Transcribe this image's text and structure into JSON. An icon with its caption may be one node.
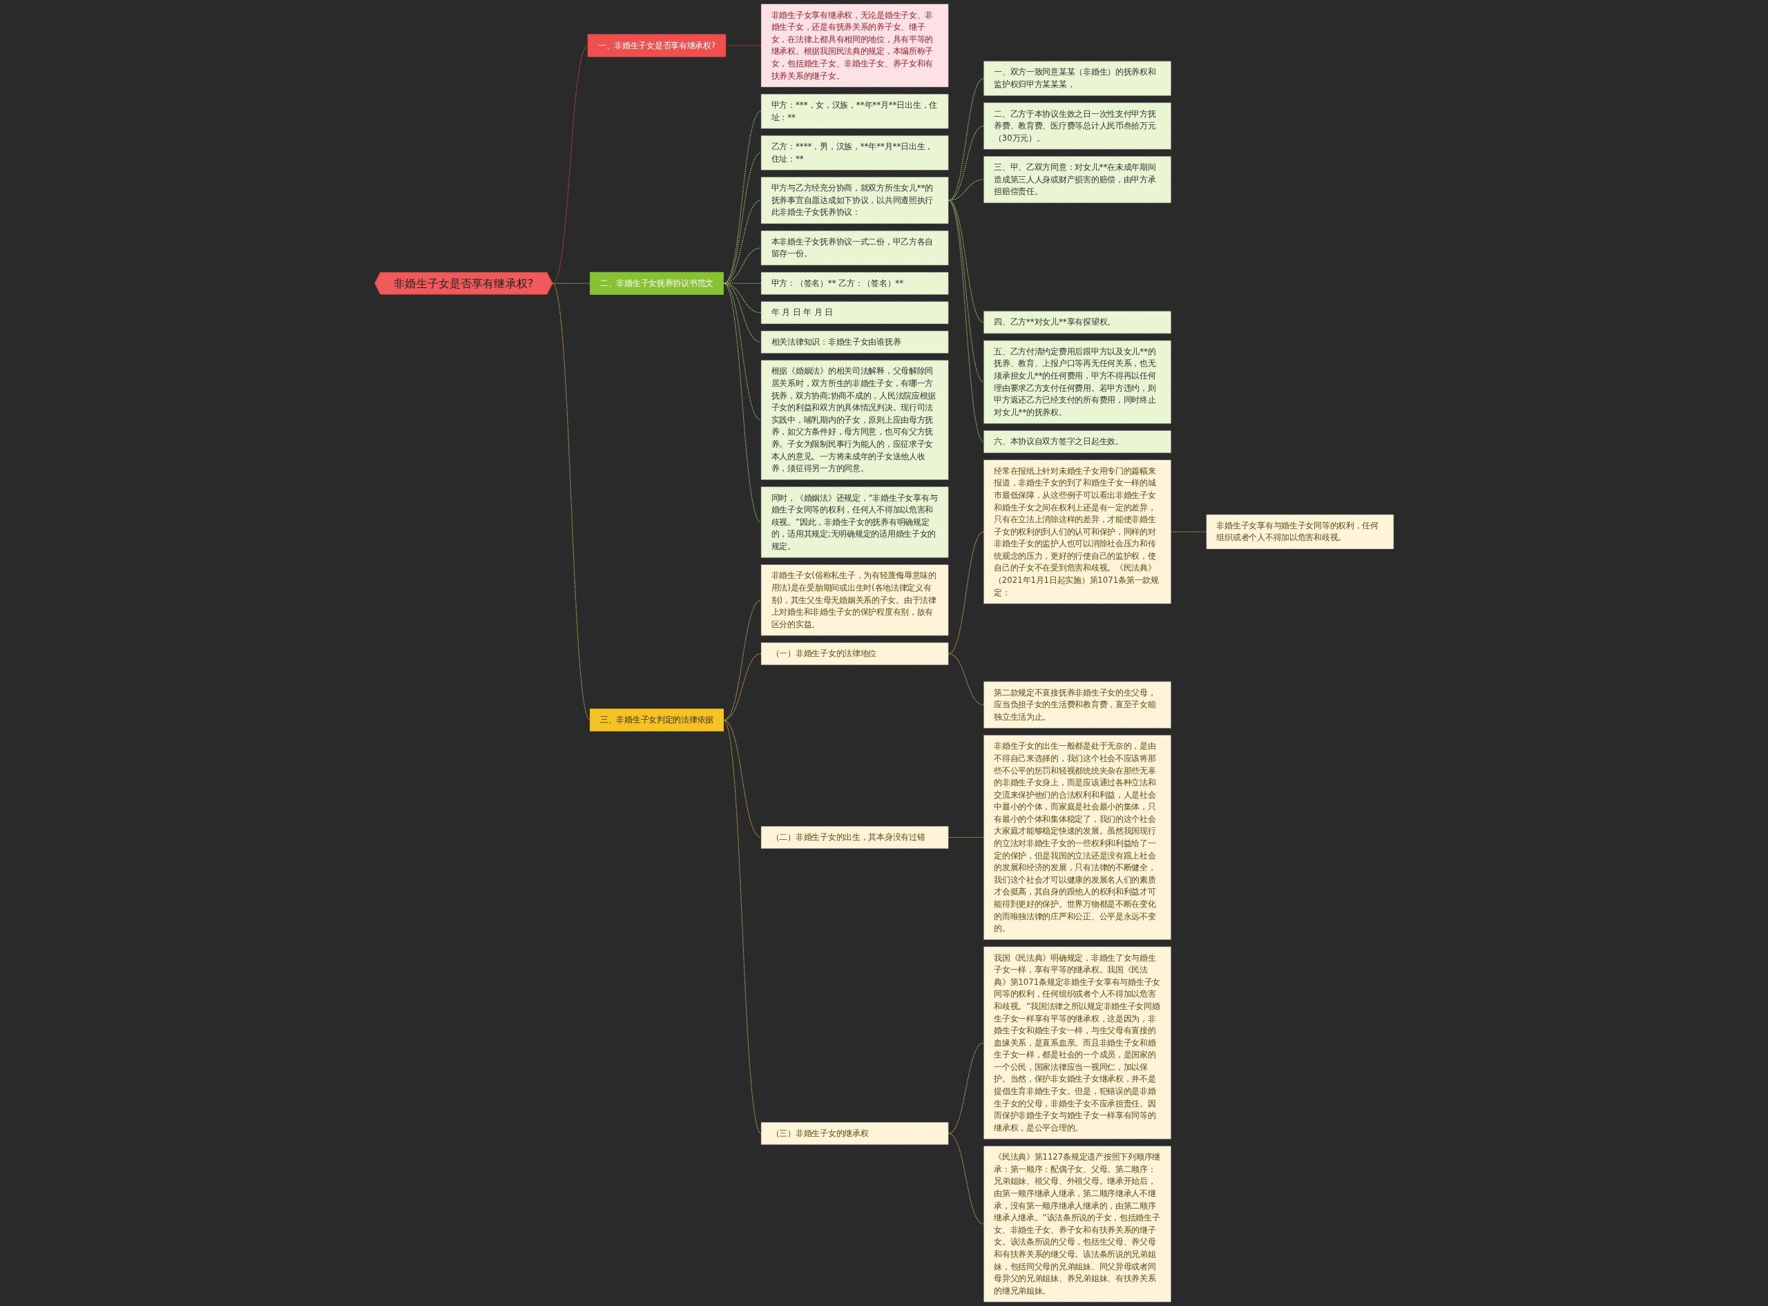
{
  "diagram": {
    "nodes": [
      {
        "text": [
          "非婚生子女是否享有继承权?"
        ]
      },
      {
        "text": [
          "一、非婚生子女是否享有继承权?"
        ]
      },
      {
        "text": [
          "非婚生子女享有继承权，无论是婚生子女、非婚生子女，还是有抚养关系的养子女、继子女，在法律上都具有相同的地位，具有平等的继承权。根据我国民法典的规定，本编所称子女，包括婚生子女、非婚生子女、养子女和有扶养关系的继子女。"
        ]
      },
      {
        "text": [
          "二、非婚生子女抚养协议书范文"
        ]
      },
      {
        "text": [
          "甲方：***，女，汉族，**年**月**日出生，住址：**"
        ]
      },
      {
        "text": [
          "乙方：****，男，汉族，**年**月**日出生，住址：**"
        ]
      },
      {
        "text": [
          "甲方与乙方经充分协商，就双方所生女儿**的抚养事宜自愿达成如下协议，以共同遵照执行此非婚生子女抚养协议："
        ]
      },
      {
        "text": [
          "一、双方一致同意某某（非婚生）的抚养权和监护权归甲方某某某，"
        ]
      },
      {
        "text": [
          "二、乙方于本协议生效之日一次性支付甲方抚养费、教育费、医疗费等总计人民币叁拾万元（30万元）。"
        ]
      },
      {
        "text": [
          "三、甲、乙双方同意：对女儿**在未成年期间造成第三人人身或财产损害的赔偿，由甲方承担赔偿责任。"
        ]
      },
      {
        "text": [
          "四、乙方**对女儿**享有探望权。"
        ]
      },
      {
        "text": [
          "五、乙方付清约定费用后跟甲方以及女儿**的抚养、教育、上报户口等再无任何关系，也无须承担女儿**的任何费用，甲方不得再以任何理由要求乙方支付任何费用。若甲方违约，则甲方返还乙方已经支付的所有费用，同时终止对女儿**的抚养权。"
        ]
      },
      {
        "text": [
          "六、本协议自双方签字之日起生效。"
        ]
      },
      {
        "text": [
          "本非婚生子女抚养协议一式二份，甲乙方各自留存一份。"
        ]
      },
      {
        "text": [
          "甲方：（签名）** 乙方：（签名）**"
        ]
      },
      {
        "text": [
          "年 月 日 年 月 日"
        ]
      },
      {
        "text": [
          "相关法律知识：非婚生子女由谁抚养"
        ]
      },
      {
        "text": [
          "根据《婚姻法》的相关司法解释，父母解除同居关系时，双方所生的非婚生子女，有哪一方抚养，双方协商;协商不成的，人民法院应根据子女的利益和双方的具体情况判决。现行司法实践中，哺乳期内的子女，原则上应由母方抚养，如父方条件好，母方同意，也可有父方抚养。子女为限制民事行为能人的，应征求子女本人的意见。一方将未成年的子女送他人收养，须征得另一方的同意。"
        ]
      },
      {
        "text": [
          "同时，《婚姻法》还规定，“非婚生子女享有与婚生子女同等的权利，任何人不得加以危害和歧视。”因此，非婚生子女的抚养有明确规定的，适用其规定;无明确规定的适用婚生子女的规定。"
        ]
      },
      {
        "text": [
          "三、非婚生子女判定的法律依据"
        ]
      },
      {
        "text": [
          "非婚生子女(俗称私生子，为有轻蔑侮辱意味的用法)是在受胎期间或出生时(各地法律定义有别)，其生父生母无婚姻关系的子女。由于法律上对婚生和非婚生子女的保护程度有别，故有区分的实益。"
        ]
      },
      {
        "text": [
          "（一）非婚生子女的法律地位"
        ]
      },
      {
        "text": [
          "经常在报纸上针对未婚生子女用专门的篇幅来报道，非婚生子女的到了和婚生子女一样的城市最低保障，从这些例子可以看出非婚生子女和婚生子女之间在权利上还是有一定的差异，只有在立法上消除这样的差异，才能使非婚生子女的权利的到人们的认可和保护，同样的对非婚生子女的监护人也可以消除社会压力和传统观念的压力，更好的行使自己的监护权，使自己的子女不在受到危害和歧视。《民法典》（2021年1月1日起实施）第1071条第一款规定："
        ]
      },
      {
        "text": [
          "非婚生子女享有与婚生子女同等的权利，任何组织或者个人不得加以危害和歧视。"
        ]
      },
      {
        "text": [
          "第二款规定不直接抚养非婚生子女的生父母，应当负担子女的生活费和教育费，直至子女能独立生活为止。"
        ]
      },
      {
        "text": [
          "（二）非婚生子女的出生，其本身没有过错"
        ]
      },
      {
        "text": [
          "非婚生子女的出生一般都是处于无奈的，是由不得自己来选择的，我们这个社会不应该将那些不公平的惩罚和轻视都统统夹杂在那些无辜的非婚生子女身上，而是应该通过各种立法和交流来保护他们的合法权利和利益，人是社会中最小的个体，而家庭是社会最小的集体，只有最小的个体和集体稳定了，我们的这个社会大家庭才能够稳定快速的发展。虽然我国现行的立法对非婚生子女的一些权利和利益给了一定的保护，但是我国的立法还是没有跟上社会的发展和经济的发展，只有法律的不断健全，我们这个社会才可以健康的发展名人们的素质才会挺高，其自身的跟他人的权利和利益才可能得到更好的保护。世界万物都是不断在变化的而唯独法律的庄严和公正、公平是永远不变的。"
        ]
      },
      {
        "text": [
          "（三）非婚生子女的继承权"
        ]
      },
      {
        "text": [
          "我国《民法典》明确规定，非婚生了女与婚生子女一样，享有平等的继承权。我国《民法典》第1071条规定非婚生子女享有与婚生子女同等的权利，任何组织或者个人不得加以危害和歧视。”我国法律之所以规定非婚生子女同婚生子女一样享有平等的继承权，这是因为，非婚生子女和婚生子女一样，与生父母有直接的血缘关系，是直系血亲。而且非婚生子女和婚生子女一样，都是社会的一个成员，是国家的一个公民，国家法律应当一视同仁，加以保护。当然，保护非女婚生子女继承权，并不是提倡生育非婚生子女。但是，犯错误的是非婚生子女的父母，非婚生子女不应承担责任。因而保护非婚生子女与婚生子女一样享有同等的继承权，是公平合理的。"
        ]
      },
      {
        "text": [
          "《民法典》第1127条规定遗产按照下列顺序继承：第一顺序：配偶子女、父母。第二顺序：兄弟姐妹、祖父母、外祖父母。继承开始后，由第一顺序继承人继承，第二顺序继承人不继承，没有第一顺序继承人继承的，由第二顺序继承人继承。”该法条所说的子女，包括婚生子女、非婚生子女、养子女和有扶养关系的继子女。该法条所说的父母，包括生父母、养父母和有扶养关系的继父母。该法条所说的兄弟姐妹，包括同父母的兄弟姐妹、同父异母或者同母异父的兄弟姐妹、养兄弟姐妹、有扶养关系的继兄弟姐妹。"
        ]
      }
    ],
    "edges": [
      {
        "from": 0,
        "to": 1,
        "arrow": "none",
        "style": "dashed",
        "color": "#e8504f"
      },
      {
        "from": 1,
        "to": 2,
        "arrow": "none",
        "style": "dashed",
        "color": "#e8504f"
      },
      {
        "from": 0,
        "to": 3,
        "arrow": "none",
        "style": "dashed"
      },
      {
        "from": 3,
        "to": 4,
        "arrow": "none",
        "style": "dashed"
      },
      {
        "from": 3,
        "to": 5,
        "arrow": "none",
        "style": "dashed"
      },
      {
        "from": 3,
        "to": 6,
        "arrow": "none",
        "style": "dashed"
      },
      {
        "from": 6,
        "to": 7,
        "arrow": "none",
        "style": "dashed"
      },
      {
        "from": 6,
        "to": 8,
        "arrow": "none",
        "style": "dashed"
      },
      {
        "from": 6,
        "to": 9,
        "arrow": "none",
        "style": "dashed"
      },
      {
        "from": 6,
        "to": 10,
        "arrow": "none",
        "style": "dashed"
      },
      {
        "from": 6,
        "to": 11,
        "arrow": "none",
        "style": "dashed"
      },
      {
        "from": 6,
        "to": 12,
        "arrow": "none",
        "style": "dashed"
      },
      {
        "from": 3,
        "to": 13,
        "arrow": "none",
        "style": "dashed"
      },
      {
        "from": 3,
        "to": 14,
        "arrow": "none",
        "style": "dashed"
      },
      {
        "from": 3,
        "to": 15,
        "arrow": "none",
        "style": "dashed"
      },
      {
        "from": 3,
        "to": 16,
        "arrow": "none",
        "style": "dashed"
      },
      {
        "from": 3,
        "to": 17,
        "arrow": "none",
        "style": "dashed"
      },
      {
        "from": 3,
        "to": 18,
        "arrow": "none",
        "style": "dashed"
      },
      {
        "from": 0,
        "to": 19,
        "arrow": "none",
        "style": "dashed",
        "color": "#e6c15a"
      },
      {
        "from": 19,
        "to": 20,
        "arrow": "none",
        "style": "dashed",
        "color": "#e6c15a"
      },
      {
        "from": 19,
        "to": 21,
        "arrow": "none",
        "style": "dashed",
        "color": "#e6c15a"
      },
      {
        "from": 21,
        "to": 22,
        "arrow": "none",
        "style": "dashed",
        "color": "#e6c15a"
      },
      {
        "from": 22,
        "to": 23,
        "arrow": "none",
        "style": "dashed",
        "color": "#e6c15a"
      },
      {
        "from": 21,
        "to": 24,
        "arrow": "none",
        "style": "dashed",
        "color": "#e6c15a"
      },
      {
        "from": 19,
        "to": 25,
        "arrow": "none",
        "style": "dashed",
        "color": "#e6c15a"
      },
      {
        "from": 25,
        "to": 26,
        "arrow": "none",
        "style": "dashed",
        "color": "#e6c15a"
      },
      {
        "from": 19,
        "to": 27,
        "arrow": "none",
        "style": "dashed",
        "color": "#e6c15a"
      },
      {
        "from": 27,
        "to": 28,
        "arrow": "none",
        "style": "dashed",
        "color": "#e6c15a"
      },
      {
        "from": 27,
        "to": 29,
        "arrow": "none",
        "style": "dashed",
        "color": "#e6c15a"
      }
    ]
  }
}
